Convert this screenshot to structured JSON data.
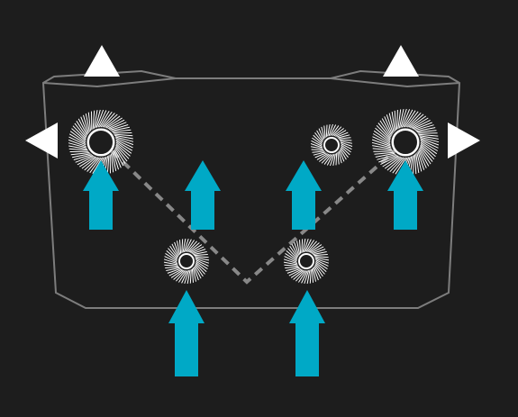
{
  "colors": {
    "background": "#1d1d1d",
    "outline": "#7d7d7d",
    "path": "#888888",
    "arrow": "#00a9c6",
    "marker": "#ffffff",
    "thruster": "#ffffff"
  },
  "icons": {
    "thruster": "radial-burst-thruster-icon",
    "vertical_arrow": "up-arrow-icon",
    "lateral_marker": "triangle-marker-icon"
  },
  "thrusters": [
    {
      "id": "front-left",
      "size": "large"
    },
    {
      "id": "front-right",
      "size": "large"
    },
    {
      "id": "mid-right",
      "size": "small"
    },
    {
      "id": "rear-left",
      "size": "medium"
    },
    {
      "id": "rear-right",
      "size": "medium"
    }
  ],
  "thrust_arrows": [
    {
      "id": "front-left",
      "direction": "up"
    },
    {
      "id": "center-left",
      "direction": "up"
    },
    {
      "id": "center-right",
      "direction": "up"
    },
    {
      "id": "front-right",
      "direction": "up"
    },
    {
      "id": "rear-left",
      "direction": "up"
    },
    {
      "id": "rear-right",
      "direction": "up"
    }
  ],
  "markers": [
    {
      "id": "top-left",
      "direction": "up"
    },
    {
      "id": "top-right",
      "direction": "up"
    },
    {
      "id": "left",
      "direction": "left"
    },
    {
      "id": "right",
      "direction": "right"
    }
  ]
}
